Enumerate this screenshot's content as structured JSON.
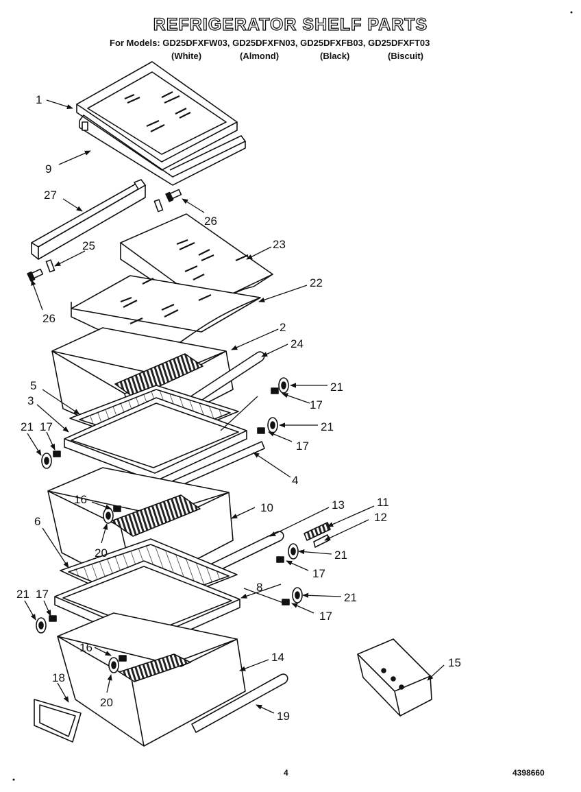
{
  "header": {
    "title": "REFRIGERATOR SHELF PARTS",
    "models_line": "For Models: GD25DFXFW03, GD25DFXFN03, GD25DFXFB03, GD25DFXFT03",
    "colors": [
      "(White)",
      "(Almond)",
      "(Black)",
      "(Biscuit)"
    ]
  },
  "callouts": {
    "c1": "1",
    "c9": "9",
    "c27": "27",
    "c26a": "26",
    "c25": "25",
    "c23": "23",
    "c26b": "26",
    "c22": "22",
    "c2": "2",
    "c24": "24",
    "c5": "5",
    "c21a": "21",
    "c3": "3",
    "c17a": "17",
    "c21b": "21",
    "c17b": "17",
    "c21c": "21",
    "c17c": "17",
    "c4": "4",
    "c16a": "16",
    "c10": "10",
    "c13": "13",
    "c11": "11",
    "c12": "12",
    "c6": "6",
    "c20a": "20",
    "c21d": "21",
    "c17d": "17",
    "c8": "8",
    "c21e": "21",
    "c17e": "17",
    "c21f": "21",
    "c17f": "17",
    "c16b": "16",
    "c14": "14",
    "c15": "15",
    "c18": "18",
    "c20b": "20",
    "c19": "19"
  },
  "footer": {
    "page_number": "4",
    "doc_number": "4398660"
  }
}
